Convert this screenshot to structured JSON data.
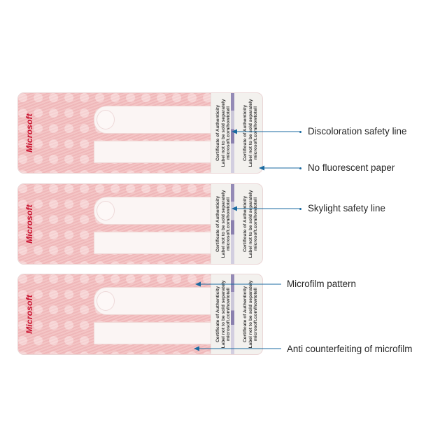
{
  "brand_text": "Microsoft",
  "stub_text": {
    "line1": "Certificate of Authenticity",
    "line2": "Label not to be sold separately",
    "line3": "microsoft.com/howtotell"
  },
  "annotations": [
    {
      "id": "discoloration",
      "label": "Discoloration safety line"
    },
    {
      "id": "no-fluorescent",
      "label": "No fluorescent paper"
    },
    {
      "id": "skylight",
      "label": "Skylight safety line"
    },
    {
      "id": "microfilm-pattern",
      "label": "Microfilm pattern"
    },
    {
      "id": "anti-counterfeiting",
      "label": "Anti counterfeiting of microfilm"
    }
  ],
  "colors": {
    "arrow": "#1a6aa0",
    "brand": "#c8102e",
    "label_pink": "#f2c0c1"
  }
}
